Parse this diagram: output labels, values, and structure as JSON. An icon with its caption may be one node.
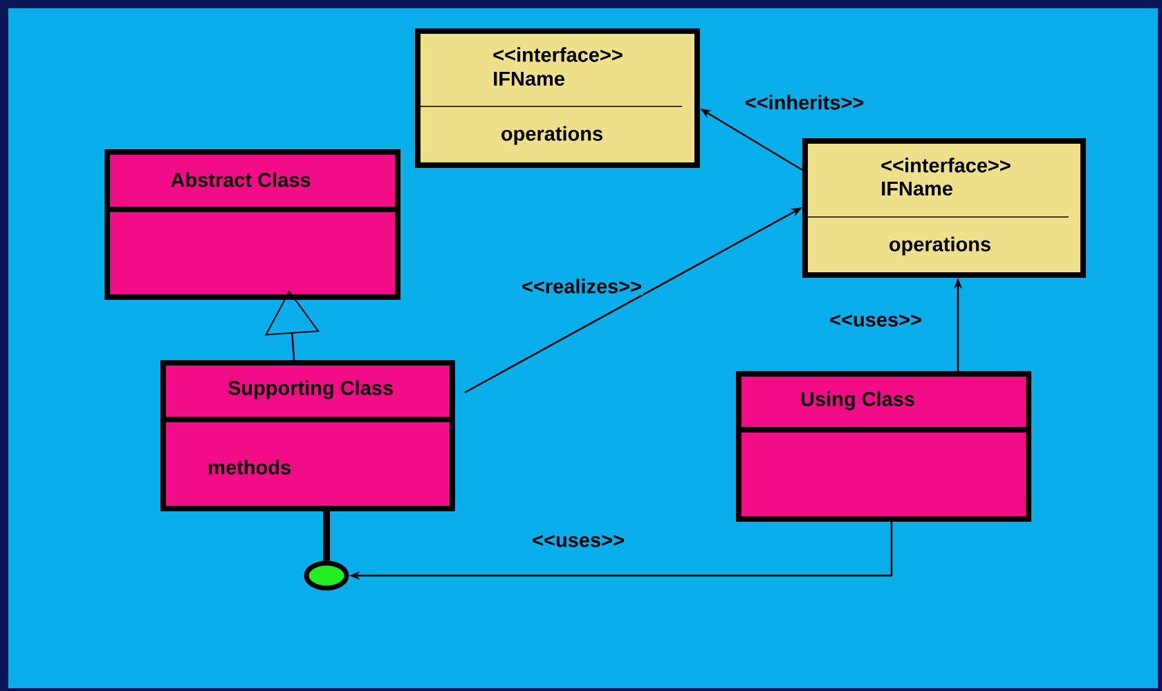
{
  "diagram": {
    "nodes": [
      {
        "text": [
          "<<interface>>",
          "IFName",
          "operations"
        ]
      },
      {
        "text": [
          "Abstract Class"
        ]
      },
      {
        "text": [
          "<<interface>>",
          "IFName",
          "operations"
        ]
      },
      {
        "text": [
          "Supporting Class",
          "methods"
        ]
      },
      {
        "text": [
          "Using Class"
        ]
      },
      {
        "text": [],
        "shape": "circle"
      }
    ],
    "edges": [
      {
        "from": 2,
        "to": 0,
        "arrow": "to",
        "label": "<<inherits>>"
      },
      {
        "from": 3,
        "to": 2,
        "arrow": "to",
        "label": "<<realizes>>"
      },
      {
        "from": 3,
        "to": 1,
        "arrow": "to"
      },
      {
        "from": 4,
        "to": 2,
        "arrow": "to",
        "label": "<<uses>>"
      },
      {
        "from": 4,
        "to": 5,
        "arrow": "to",
        "label": "<<uses>>"
      },
      {
        "from": 3,
        "to": 5,
        "arrow": "none",
        "style": "thick"
      }
    ]
  }
}
